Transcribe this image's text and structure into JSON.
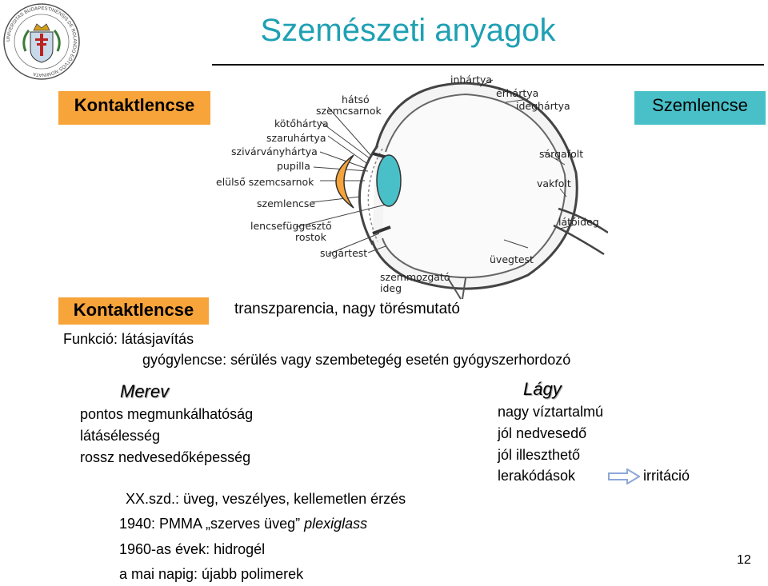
{
  "title": "Szemészeti anyagok",
  "tags": {
    "contact_top": "Kontaktlencse",
    "eye_lens": "Szemlencse",
    "contact_bottom": "Kontaktlencse"
  },
  "eye_labels": [
    {
      "text": "hátsó"
    },
    {
      "text": "szemcsarnok"
    },
    {
      "text": "kötőhártya"
    },
    {
      "text": "szaruhártya"
    },
    {
      "text": "szivárványhártya"
    },
    {
      "text": "pupilla"
    },
    {
      "text": "elülső szemcsarnok"
    },
    {
      "text": "szemlencse"
    },
    {
      "text": "lencsefüggesztő"
    },
    {
      "text": "rostok"
    },
    {
      "text": "sugártest"
    },
    {
      "text": "szemmozgató"
    },
    {
      "text": "ideg"
    },
    {
      "text": "inhártya"
    },
    {
      "text": "érhártya"
    },
    {
      "text": "ideghártya"
    },
    {
      "text": "sárgafolt"
    },
    {
      "text": "vakfolt"
    },
    {
      "text": "látóideg"
    },
    {
      "text": "üvegtest"
    }
  ],
  "properties": "transzparencia, nagy törésmutató",
  "function": "Funkció: látásjavítás",
  "function_detail": "gyógylencse: sérülés vagy szembetegég esetén gyógyszerhordozó",
  "rigid": {
    "heading": "Merev",
    "items": [
      "pontos megmunkálhatóság",
      "látásélesség",
      "rossz nedvesedőképesség"
    ]
  },
  "soft": {
    "heading": "Lágy",
    "items": [
      "nagy víztartalmú",
      "jól nedvesedő",
      "jól illeszthető",
      "lerakódások"
    ],
    "consequence": "irritáció"
  },
  "history": {
    "line1": "XX.szd.: üveg, veszélyes, kellemetlen érzés",
    "line2_prefix": "1940: PMMA „szerves üveg” ",
    "line2_italic": "plexiglass",
    "line3": "1960-as évek: hidrogél",
    "line4": "a mai napig: újabb polimerek"
  },
  "page_number": "12",
  "colors": {
    "title": "#1fa0b3",
    "orange": "#f7a43a",
    "teal": "#49c0c8",
    "arrow": "#8ea7d8"
  },
  "icons": {
    "logo": "university-seal-icon",
    "arrow": "right-arrow-icon"
  }
}
